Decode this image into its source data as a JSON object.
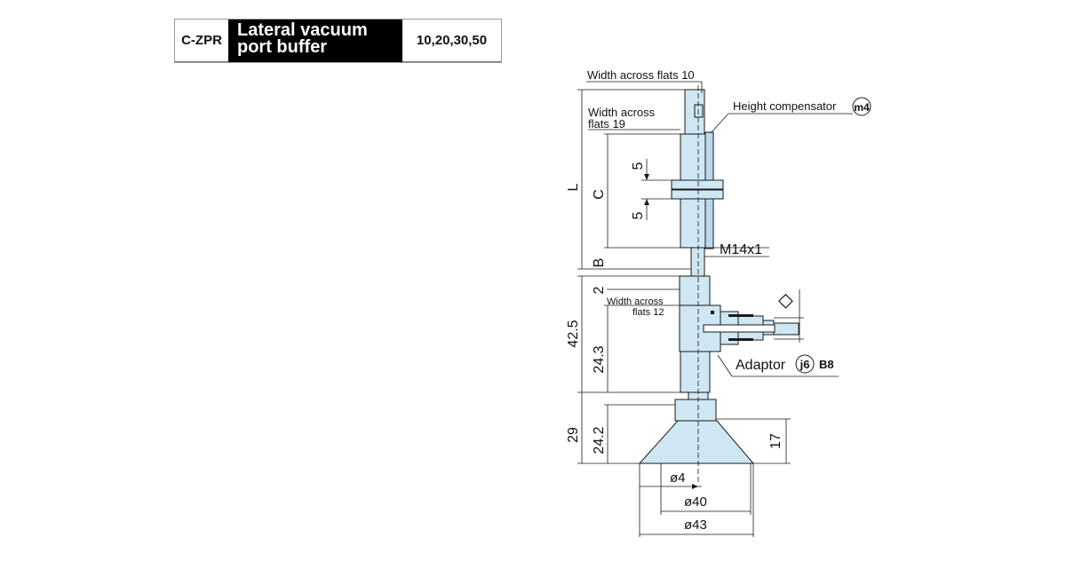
{
  "header": {
    "model": "C-ZPR",
    "name_line1": "Lateral vacuum",
    "name_line2": "port buffer",
    "sizes": "10,20,30,50"
  },
  "labels": {
    "wf10": "Width across flats 10",
    "wf19_line1": "Width across",
    "wf19_line2": "flats 19",
    "height_comp": "Height compensator",
    "height_comp_badge": "m4",
    "thread": "M14x1",
    "wf12_line1": "Width across",
    "wf12_line2": "flats 12",
    "adaptor": "Adaptor",
    "adaptor_badge": "j6",
    "adaptor_ref": "B8",
    "port_symbol": "◇"
  },
  "dimensions": {
    "L": "L",
    "C": "C",
    "five_a": "5",
    "five_b": "5",
    "B": "B",
    "two": "2",
    "d42_5": "42.5",
    "d24_3": "24.3",
    "d29": "29",
    "d24_2": "24.2",
    "d17": "17",
    "phi4": "ø4",
    "phi40": "ø40",
    "phi43": "ø43"
  },
  "colors": {
    "part_fill": "#cfe6f3",
    "line": "#1a1a1a"
  }
}
